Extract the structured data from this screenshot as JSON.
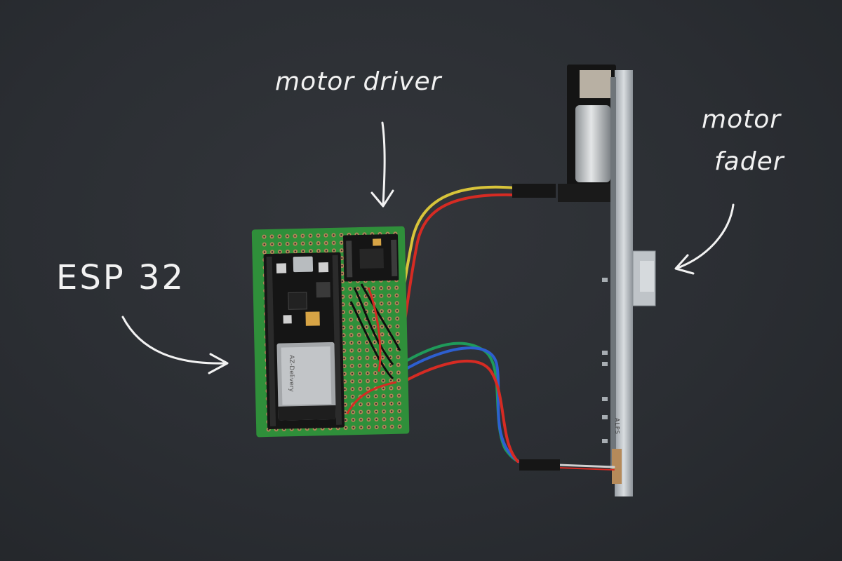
{
  "labels": {
    "motor_driver": "motor driver",
    "motor_fader_line1": "motor",
    "motor_fader_line2": "fader",
    "esp32": "ESP 32"
  },
  "markings": {
    "chip_brand": "AZ-Delivery",
    "fader_brand": "ALPS"
  },
  "colors": {
    "background": "#2b2e33",
    "pcb": "#2f8f3a",
    "ink": "#f2f2f2",
    "wire_red": "#d62b23",
    "wire_yellow": "#d8c43a",
    "wire_green": "#1f9a5a",
    "wire_blue": "#2d5fd0"
  }
}
